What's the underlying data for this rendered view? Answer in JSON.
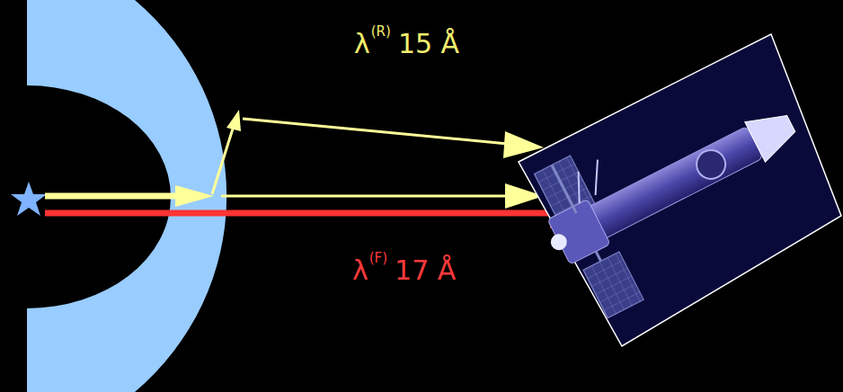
{
  "diagram": {
    "labels": [
      "λ",
      "(R)",
      "15 Å",
      "λ",
      "(F)",
      "17 Å"
    ]
  }
}
